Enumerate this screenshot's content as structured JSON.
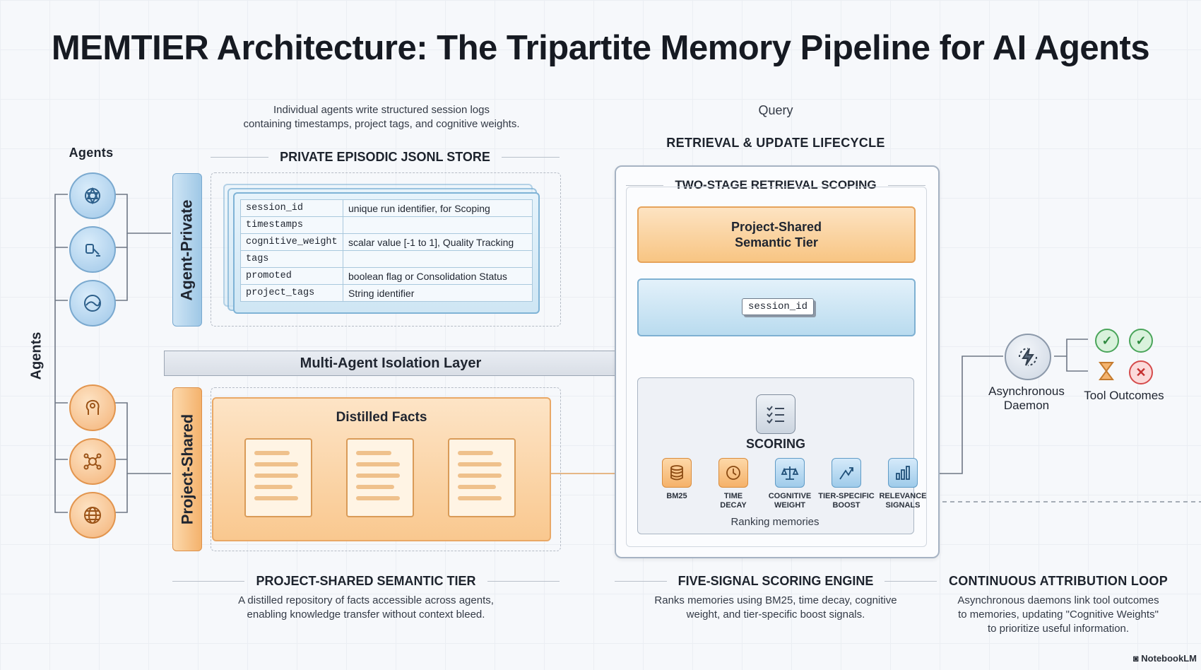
{
  "title": "MEMTIER Architecture: The Tripartite Memory Pipeline for AI Agents",
  "agents_label": "Agents",
  "agents_side_label": "Agents",
  "private_note": "Individual agents write structured session logs\ncontaining timestamps, project tags, and cognitive weights.",
  "private_store_title": "PRIVATE EPISODIC JSONL STORE",
  "agent_private_label": "Agent-Private",
  "project_shared_label": "Project-Shared",
  "jsonl_rows": [
    {
      "key": "session_id",
      "desc": "unique run identifier, for Scoping"
    },
    {
      "key": "timestamps",
      "desc": ""
    },
    {
      "key": "cognitive_weight",
      "desc": "scalar value [-1 to 1], Quality Tracking"
    },
    {
      "key": "tags",
      "desc": ""
    },
    {
      "key": "promoted",
      "desc": "boolean flag or Consolidation Status"
    },
    {
      "key": "project_tags",
      "desc": "String identifier"
    }
  ],
  "isolation_label": "Multi-Agent Isolation Layer",
  "distilled_title": "Distilled Facts",
  "query_label": "Query",
  "retrieval_title": "RETRIEVAL & UPDATE LIFECYCLE",
  "two_stage_title": "TWO-STAGE RETRIEVAL SCOPING",
  "semantic_tier_label": "Project-Shared\nSemantic Tier",
  "session_chip": "session_id",
  "scoring_label": "SCORING",
  "signals": [
    {
      "label": "BM25",
      "icon": "database-icon"
    },
    {
      "label": "TIME\nDECAY",
      "icon": "clock-icon"
    },
    {
      "label": "COGNITIVE\nWEIGHT",
      "icon": "scale-icon"
    },
    {
      "label": "TIER-SPECIFIC\nBOOST",
      "icon": "boost-icon"
    },
    {
      "label": "RELEVANCE\nSIGNALS",
      "icon": "bar-chart-icon"
    }
  ],
  "ranking_label": "Ranking memories",
  "daemon_label": "Asynchronous\nDaemon",
  "tool_outcomes_label": "Tool Outcomes",
  "bottom": {
    "shared_title": "PROJECT-SHARED SEMANTIC TIER",
    "shared_desc": "A distilled repository of facts accessible across agents,\nenabling knowledge transfer without context bleed.",
    "engine_title": "FIVE-SIGNAL SCORING ENGINE",
    "engine_desc": "Ranks memories using BM25, time decay, cognitive\nweight, and tier-specific boost signals.",
    "loop_title": "CONTINUOUS ATTRIBUTION LOOP",
    "loop_desc": "Asynchronous daemons link tool outcomes\nto memories, updating \"Cognitive Weights\"\nto prioritize useful information."
  },
  "watermark": "NotebookLM",
  "colors": {
    "accent_blue": "#9fc7e8",
    "accent_orange": "#f4b378",
    "ok": "#4aa55a",
    "bad": "#d54b4b"
  }
}
